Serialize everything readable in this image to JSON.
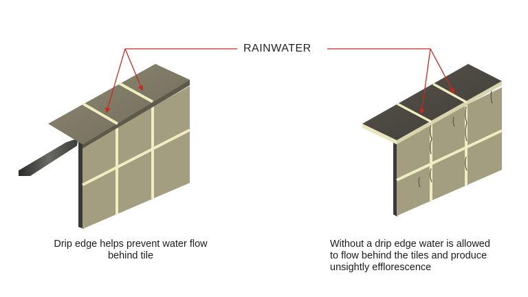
{
  "callout": {
    "text": "RAINWATER"
  },
  "panels": [
    {
      "caption_lines": [
        "Drip edge helps prevent water flow",
        "behind tile"
      ]
    },
    {
      "caption_lines": [
        "Without a drip edge water is allowed",
        "to flow behind the tiles and produce",
        "unsightly efflorescence"
      ]
    }
  ],
  "colors": {
    "tile_front": "#a39e7f",
    "tile_top": "#8c8670",
    "grout": "#efeec2",
    "cap_left": "#7f7a66",
    "cap_right": "#4d4942",
    "arrow": "#c8281e",
    "wall_edge": "#3a3838"
  }
}
